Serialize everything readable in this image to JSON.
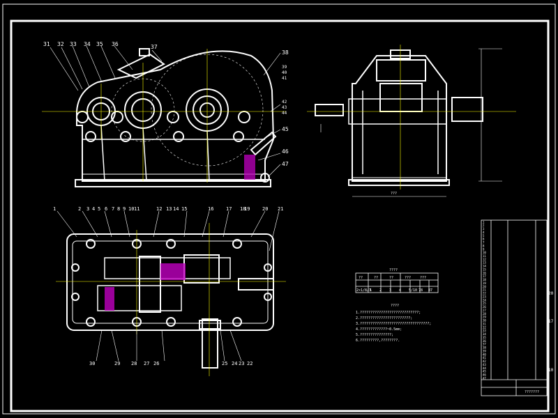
{
  "colors": {
    "background": "#000000",
    "line": "#ffffff",
    "center_line": "#ffff00",
    "hatch": "#c000c0",
    "dim": "#ffffff"
  },
  "front_view": {
    "part_labels": [
      "31",
      "32",
      "33",
      "34",
      "35",
      "36",
      "37",
      "38",
      "39",
      "40",
      "41",
      "42",
      "43",
      "44",
      "45",
      "46",
      "47"
    ]
  },
  "plan_view": {
    "top_labels": [
      "1",
      "2",
      "3",
      "4",
      "5",
      "6",
      "7",
      "8",
      "9",
      "10",
      "11",
      "12",
      "13",
      "14",
      "15",
      "16",
      "17",
      "18",
      "19",
      "20",
      "21"
    ],
    "bottom_labels": [
      "30",
      "29",
      "28",
      "27",
      "26",
      "25",
      "24",
      "23",
      "22"
    ]
  },
  "side_view": {
    "dimension_note": "???"
  },
  "spec_table": {
    "title": "????",
    "row1": [
      "??",
      "??",
      "??",
      "???",
      "???"
    ],
    "row2": [
      "2×1/8/3",
      "1",
      "2",
      "3",
      "4",
      "5/10",
      "78",
      "87"
    ]
  },
  "tech_requirements": {
    "title": "????",
    "lines": [
      "1.????????????????????????????;",
      "2.????????????????????????;",
      "3.?????????????????????????????????;",
      "4.?????????????~0.5mm;",
      "5.???????????????;",
      "6.?????????,????????."
    ]
  },
  "title_block": {
    "rows": [
      "1",
      "2",
      "3",
      "4",
      "5",
      "6",
      "7",
      "8",
      "9",
      "10",
      "11",
      "12",
      "13",
      "14",
      "15",
      "16",
      "17",
      "18",
      "19",
      "20",
      "21",
      "22",
      "23",
      "24",
      "25",
      "26",
      "27",
      "28",
      "29",
      "30",
      "31",
      "32",
      "33",
      "34",
      "35",
      "36",
      "37",
      "38",
      "39",
      "40",
      "41",
      "42",
      "43",
      "44",
      "45",
      "46",
      "47"
    ],
    "side_marks": [
      "20",
      "17",
      "10"
    ],
    "footer": "???????"
  }
}
